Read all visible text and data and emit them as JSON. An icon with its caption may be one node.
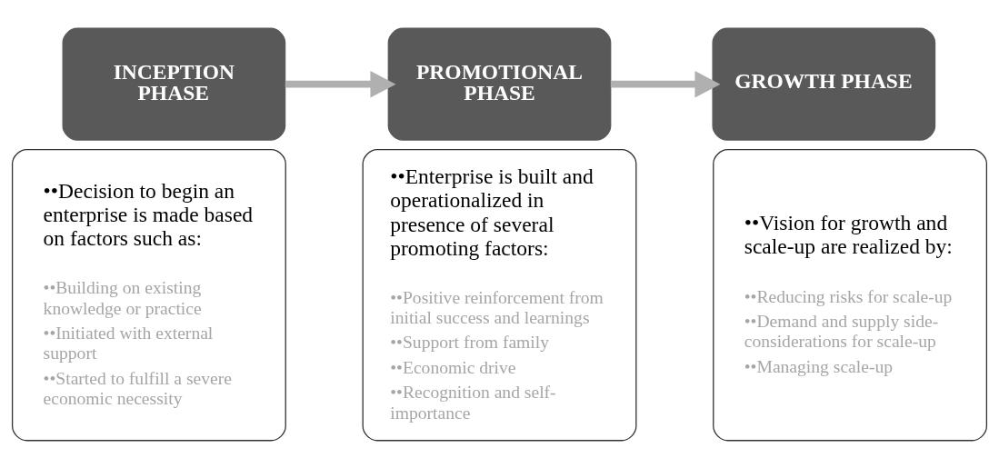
{
  "diagram": {
    "nodes": [
      {
        "text": [
          "INCEPTION PHASE"
        ]
      },
      {
        "text": [
          "••Decision to begin an enterprise is made based on factors such as:",
          "••Building on existing knowledge or practice",
          "••Initiated with external support",
          "••Started to fulfill a severe economic necessity"
        ]
      },
      {
        "text": [
          "PROMOTIONAL PHASE"
        ]
      },
      {
        "text": [
          "••Enterprise is built and operationalized in presence of several promoting factors:",
          "••Positive reinforcement from initial success and learnings",
          "••Support from family",
          "••Economic drive",
          "••Recognition and self-importance"
        ]
      },
      {
        "text": [
          "GROWTH PHASE"
        ]
      },
      {
        "text": [
          "••Vision for growth and scale-up are realized by:",
          "••Reducing risks for scale-up",
          "••Demand and supply side-considerations for scale-up",
          "••Managing scale-up"
        ]
      }
    ],
    "edges": [
      {
        "from": 0,
        "to": 2,
        "arrow": "to"
      },
      {
        "from": 2,
        "to": 4,
        "arrow": "to"
      }
    ]
  }
}
